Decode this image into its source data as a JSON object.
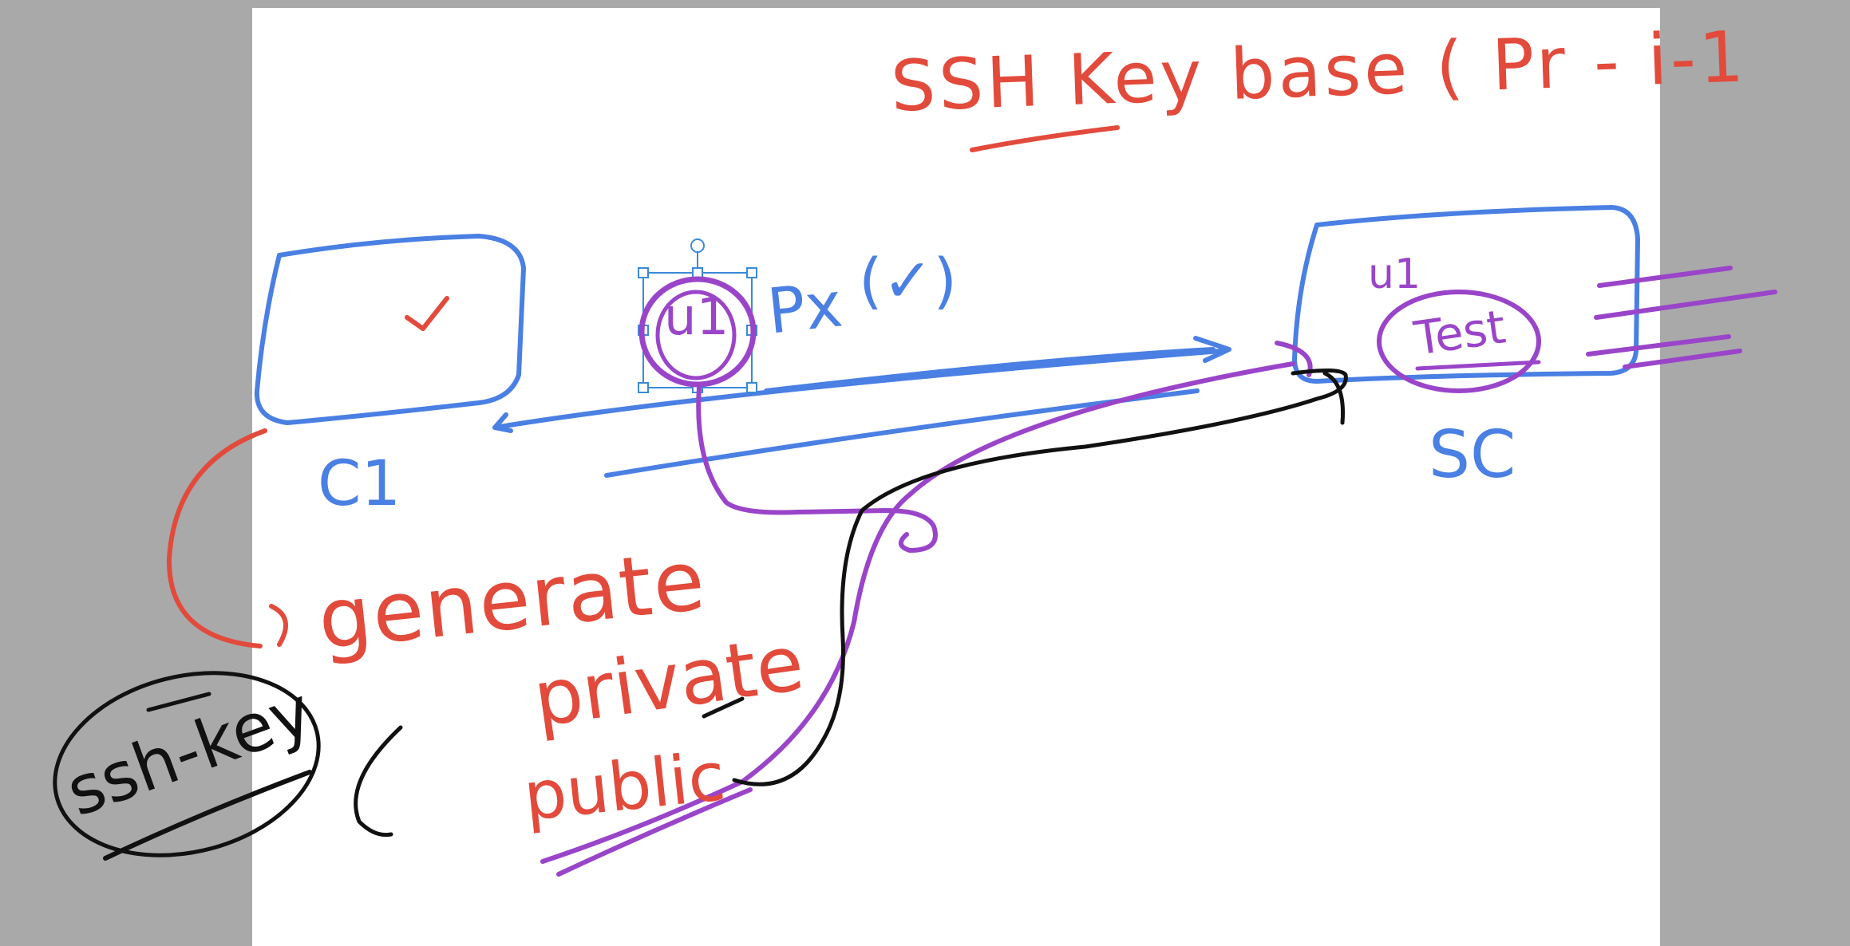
{
  "title": "SSH Key base ( Pr - i-1",
  "labels": {
    "client": "C1",
    "server": "SC",
    "user_left": "u1",
    "user_right": "u1",
    "test": "Test",
    "px": "Px",
    "check_note": "(✓)",
    "generate": "generate",
    "private": "private",
    "public": "public",
    "ssh_keygen": "ssh-key"
  },
  "colors": {
    "red": "#e24a3b",
    "blue": "#4a7fe3",
    "purple": "#9a45c9",
    "black": "#111111",
    "selection": "#3a8ad6"
  }
}
